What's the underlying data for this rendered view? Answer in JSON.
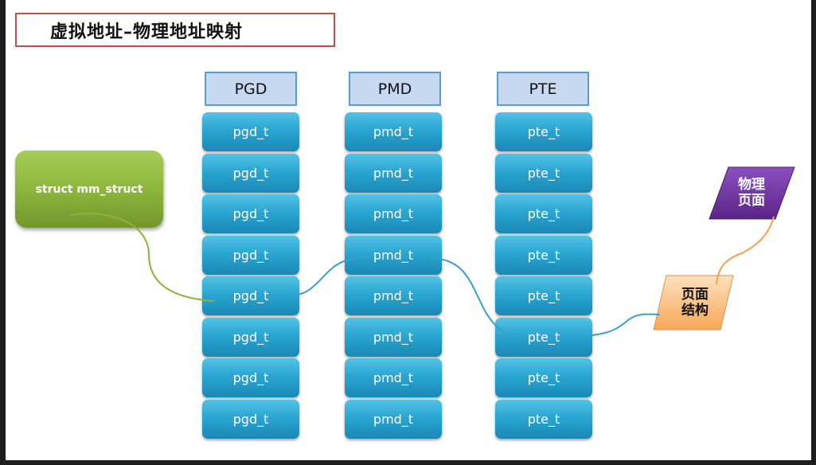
{
  "title": "虚拟地址–物理地址映射",
  "columns": [
    {
      "header": "PGD",
      "cell_label": "pgd_t",
      "cells": [
        "pgd_t",
        "pgd_t",
        "pgd_t",
        "pgd_t",
        "pgd_t",
        "pgd_t",
        "pgd_t",
        "pgd_t"
      ]
    },
    {
      "header": "PMD",
      "cell_label": "pmd_t",
      "cells": [
        "pmd_t",
        "pmd_t",
        "pmd_t",
        "pmd_t",
        "pmd_t",
        "pmd_t",
        "pmd_t",
        "pmd_t"
      ]
    },
    {
      "header": "PTE",
      "cell_label": "pte_t",
      "cells": [
        "pte_t",
        "pte_t",
        "pte_t",
        "pte_t",
        "pte_t",
        "pte_t",
        "pte_t",
        "pte_t"
      ]
    }
  ],
  "mm_struct": {
    "label": "struct mm_struct"
  },
  "page_struct": {
    "label": "页面\n结构"
  },
  "physical_page": {
    "label": "物理\n页面"
  },
  "colors": {
    "title_border": "#c0504d",
    "header_fill": "#c6d9f1",
    "header_border": "#5b9bd5",
    "cell_fill": "#2aa6d2",
    "mm_struct_fill": "#8ab43a",
    "page_struct_fill": "#fbbf80",
    "physical_page_fill": "#7030a0"
  }
}
